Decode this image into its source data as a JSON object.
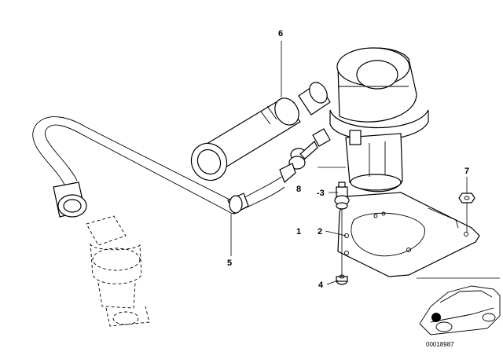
{
  "diagram": {
    "callouts": [
      {
        "id": "c6",
        "label": "6"
      },
      {
        "id": "c7",
        "label": "7"
      },
      {
        "id": "c8",
        "label": "8"
      },
      {
        "id": "c3",
        "label": "-3"
      },
      {
        "id": "c1",
        "label": "1"
      },
      {
        "id": "c2",
        "label": "2"
      },
      {
        "id": "c4",
        "label": "4"
      },
      {
        "id": "c5",
        "label": "5"
      }
    ],
    "reference_number": "00018987",
    "colors": {
      "ink": "#000000",
      "paper": "#ffffff",
      "marker": "#000000"
    }
  }
}
